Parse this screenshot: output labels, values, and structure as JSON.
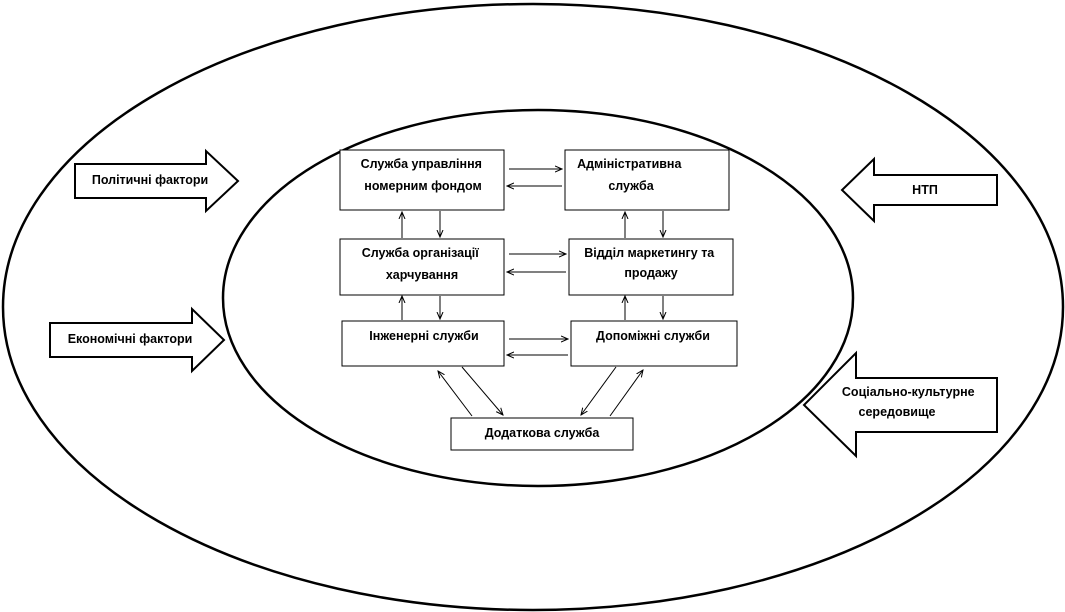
{
  "colors": {
    "stroke": "#000000",
    "background": "#ffffff"
  },
  "boxes": {
    "room_stock": [
      "Служба управління",
      "номерним фондом"
    ],
    "admin": [
      "Адміністративна",
      "служба"
    ],
    "catering": [
      "Служба організації",
      "харчування"
    ],
    "marketing": [
      "Відділ маркетингу та",
      "продажу"
    ],
    "engineering": [
      "Інженерні служби"
    ],
    "auxiliary": [
      "Допоміжні служби"
    ],
    "additional": [
      "Додаткова служба"
    ]
  },
  "external_factors": {
    "political": [
      "Політичні фактори"
    ],
    "economic": [
      "Економічні фактори"
    ],
    "ntp": [
      "НТП"
    ],
    "sociocultural": [
      "Соціально-культурне",
      "середовище"
    ]
  }
}
